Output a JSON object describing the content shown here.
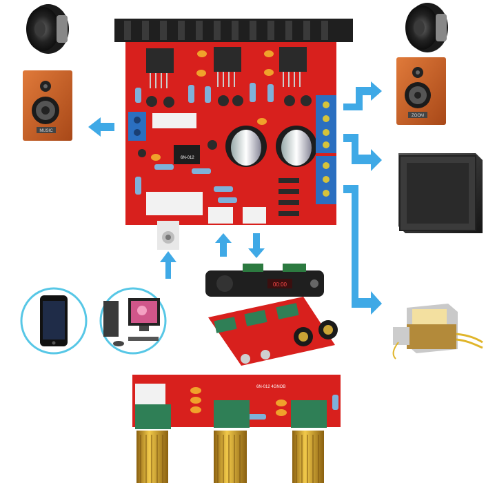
{
  "labels": {
    "speaker_left_badge": "MUSIC",
    "speaker_right_badge": "ZOOM",
    "bt_display": "00:00",
    "board_small_text": "6N-012",
    "tone_board_text": "6N-012 4GNOB"
  },
  "colors": {
    "pcb_red": "#d8201d",
    "arrow_blue": "#3fa9e6",
    "heatsink": "#1f1f1f",
    "wood": "#c8632a",
    "gold": "#d9a72d",
    "green_pot": "#2f7f56",
    "sub_box": "#2a2a2a"
  },
  "icons": {
    "left_speaker_driver": "speaker-driver-icon",
    "right_speaker_driver": "speaker-driver-icon",
    "phone": "smartphone-icon",
    "pc": "desktop-computer-icon",
    "transformer": "transformer-icon"
  }
}
